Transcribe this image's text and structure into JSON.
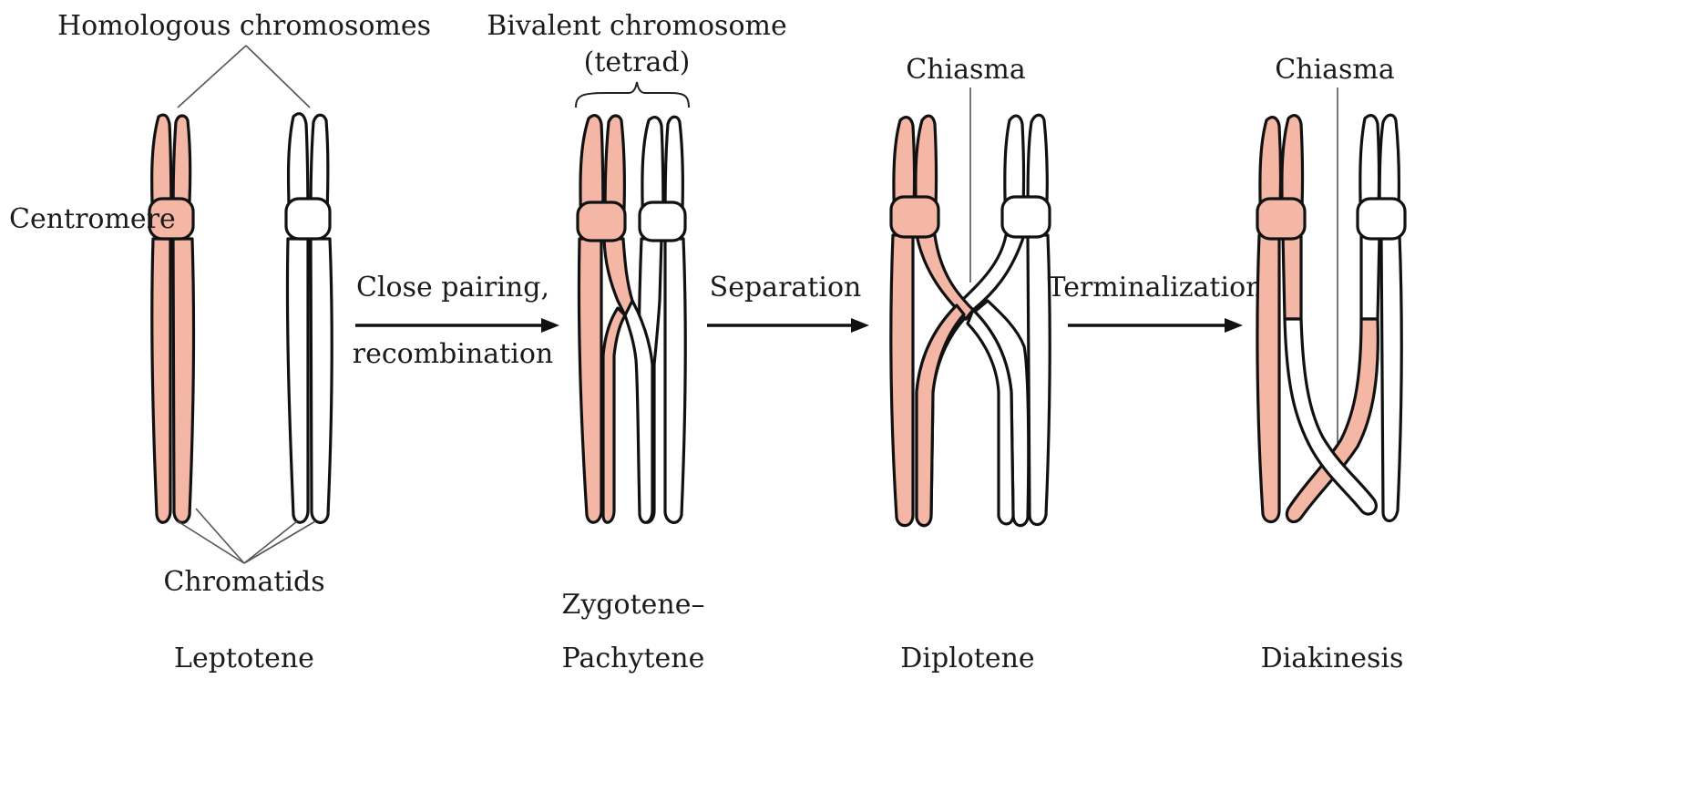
{
  "labels": {
    "homologous": "Homologous chromosomes",
    "centromere": "Centromere",
    "chromatids": "Chromatids",
    "bivalent_line1": "Bivalent chromosome",
    "bivalent_line2": "(tetrad)",
    "chiasma_diplotene": "Chiasma",
    "chiasma_diakinesis": "Chiasma"
  },
  "arrows": {
    "a1_line1": "Close pairing,",
    "a1_line2": "recombination",
    "a2": "Separation",
    "a3": "Terminalization"
  },
  "stages": {
    "leptotene": "Leptotene",
    "zygotene_line1": "Zygotene–",
    "zygotene_line2": "Pachytene",
    "diplotene": "Diplotene",
    "diakinesis": "Diakinesis"
  },
  "colors": {
    "maternal": "#f4b7a6",
    "paternal": "#ffffff",
    "outline": "#111111"
  }
}
